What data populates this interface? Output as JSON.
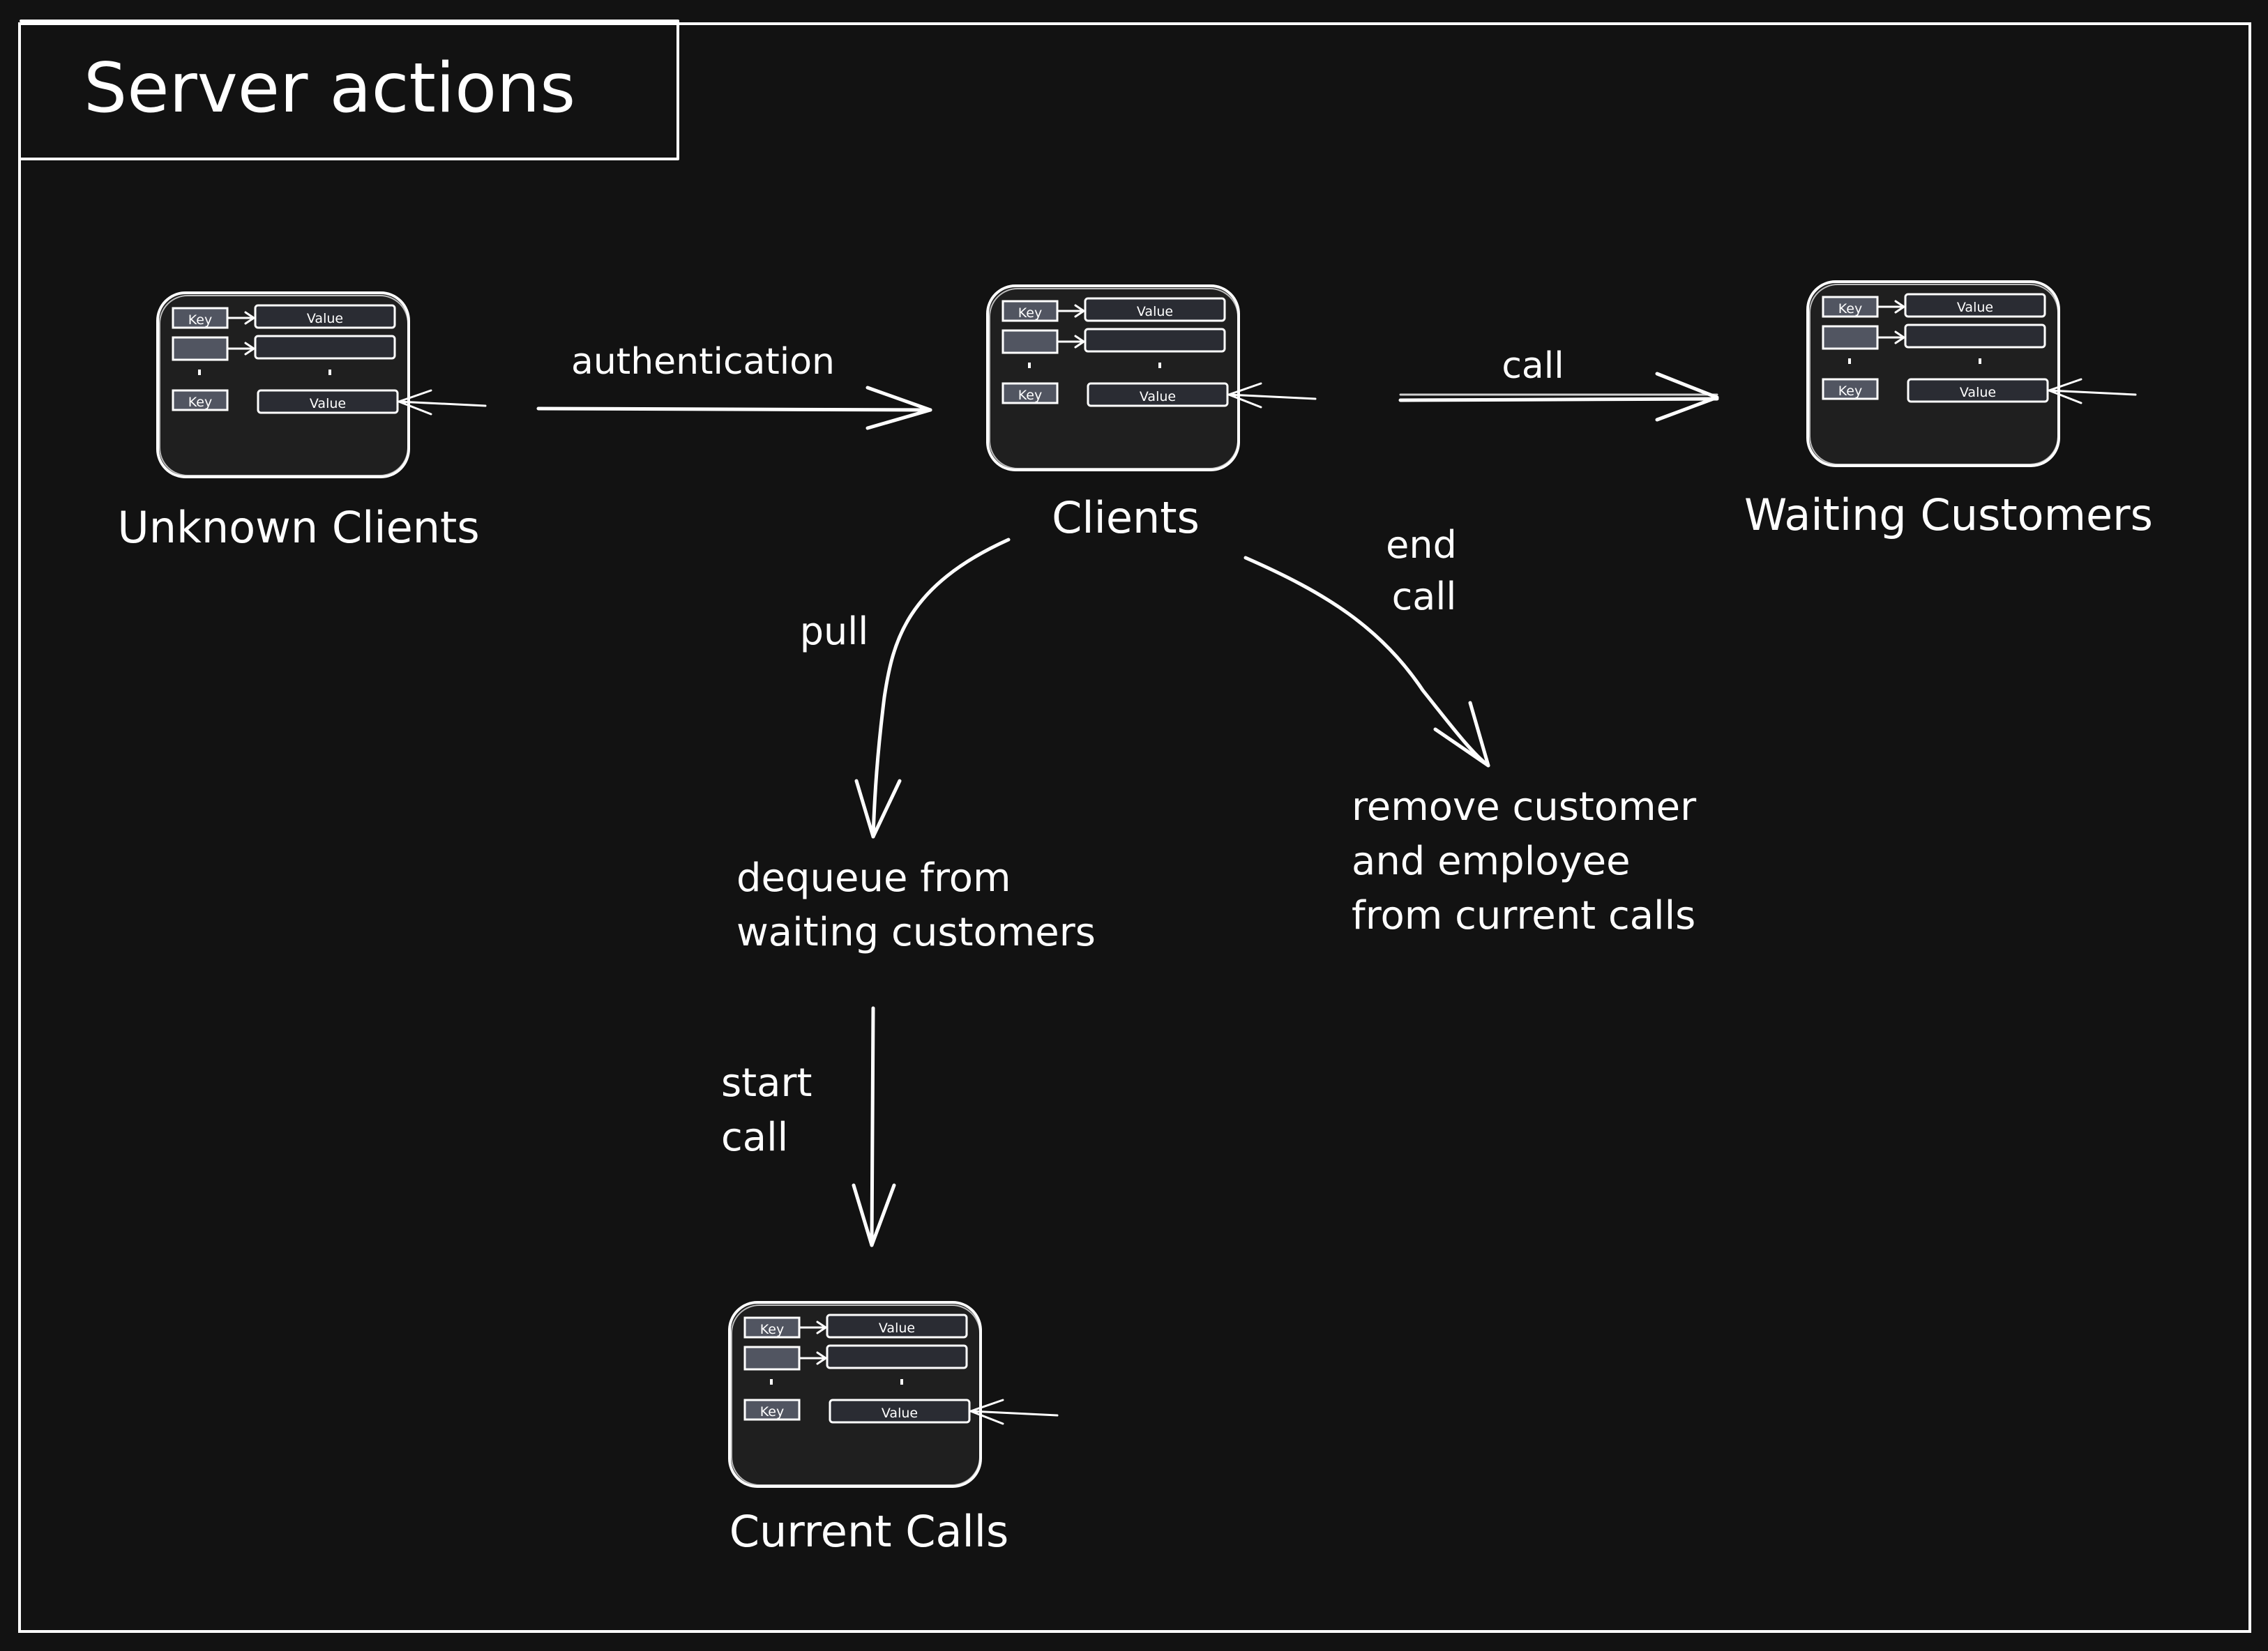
{
  "title": "Server actions",
  "stores": [
    {
      "id": "unknown-clients",
      "label": "Unknown Clients",
      "key_label": "Key",
      "value_label": "Value"
    },
    {
      "id": "clients",
      "label": "Clients",
      "key_label": "Key",
      "value_label": "Value"
    },
    {
      "id": "waiting-customers",
      "label": "Waiting Customers",
      "key_label": "Key",
      "value_label": "Value"
    },
    {
      "id": "current-calls",
      "label": "Current Calls",
      "key_label": "Key",
      "value_label": "Value"
    }
  ],
  "edges": [
    {
      "from": "unknown-clients",
      "to": "clients",
      "label": "authentication"
    },
    {
      "from": "clients",
      "to": "waiting-customers",
      "label": "call"
    },
    {
      "from": "clients",
      "to": "dequeue",
      "label": "pull"
    },
    {
      "from": "clients",
      "to": "remove-calls",
      "label_lines": [
        "end",
        "call"
      ]
    },
    {
      "from": "dequeue",
      "to": "current-calls",
      "label_lines": [
        "start",
        "call"
      ]
    }
  ],
  "actions": [
    {
      "id": "dequeue",
      "lines": [
        "dequeue from",
        "waiting customers"
      ]
    },
    {
      "id": "remove-calls",
      "lines": [
        "remove customer",
        "and employee",
        "from current calls"
      ]
    }
  ]
}
